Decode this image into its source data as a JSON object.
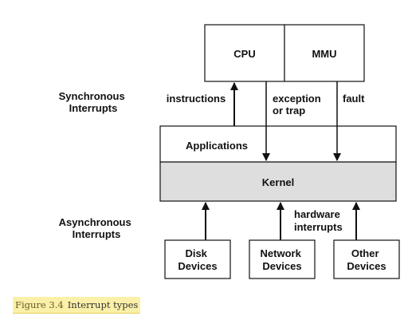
{
  "diagram": {
    "boxes": {
      "cpu": "CPU",
      "mmu": "MMU",
      "applications": "Applications",
      "kernel": "Kernel",
      "disk": [
        "Disk",
        "Devices"
      ],
      "network": [
        "Network",
        "Devices"
      ],
      "other": [
        "Other",
        "Devices"
      ]
    },
    "labels": {
      "synchronous": [
        "Synchronous",
        "Interrupts"
      ],
      "asynchronous": [
        "Asynchronous",
        "Interrupts"
      ],
      "instructions": "instructions",
      "exception": [
        "exception",
        "or trap"
      ],
      "fault": "fault",
      "hardware": [
        "hardware",
        "interrupts"
      ]
    },
    "colors": {
      "box_fill": "#ffffff",
      "kernel_fill": "#dedede",
      "stroke": "#111111",
      "caption_bg": "#fbf0a8"
    }
  },
  "caption": {
    "number": "Figure 3.4",
    "title": "Interrupt types"
  }
}
